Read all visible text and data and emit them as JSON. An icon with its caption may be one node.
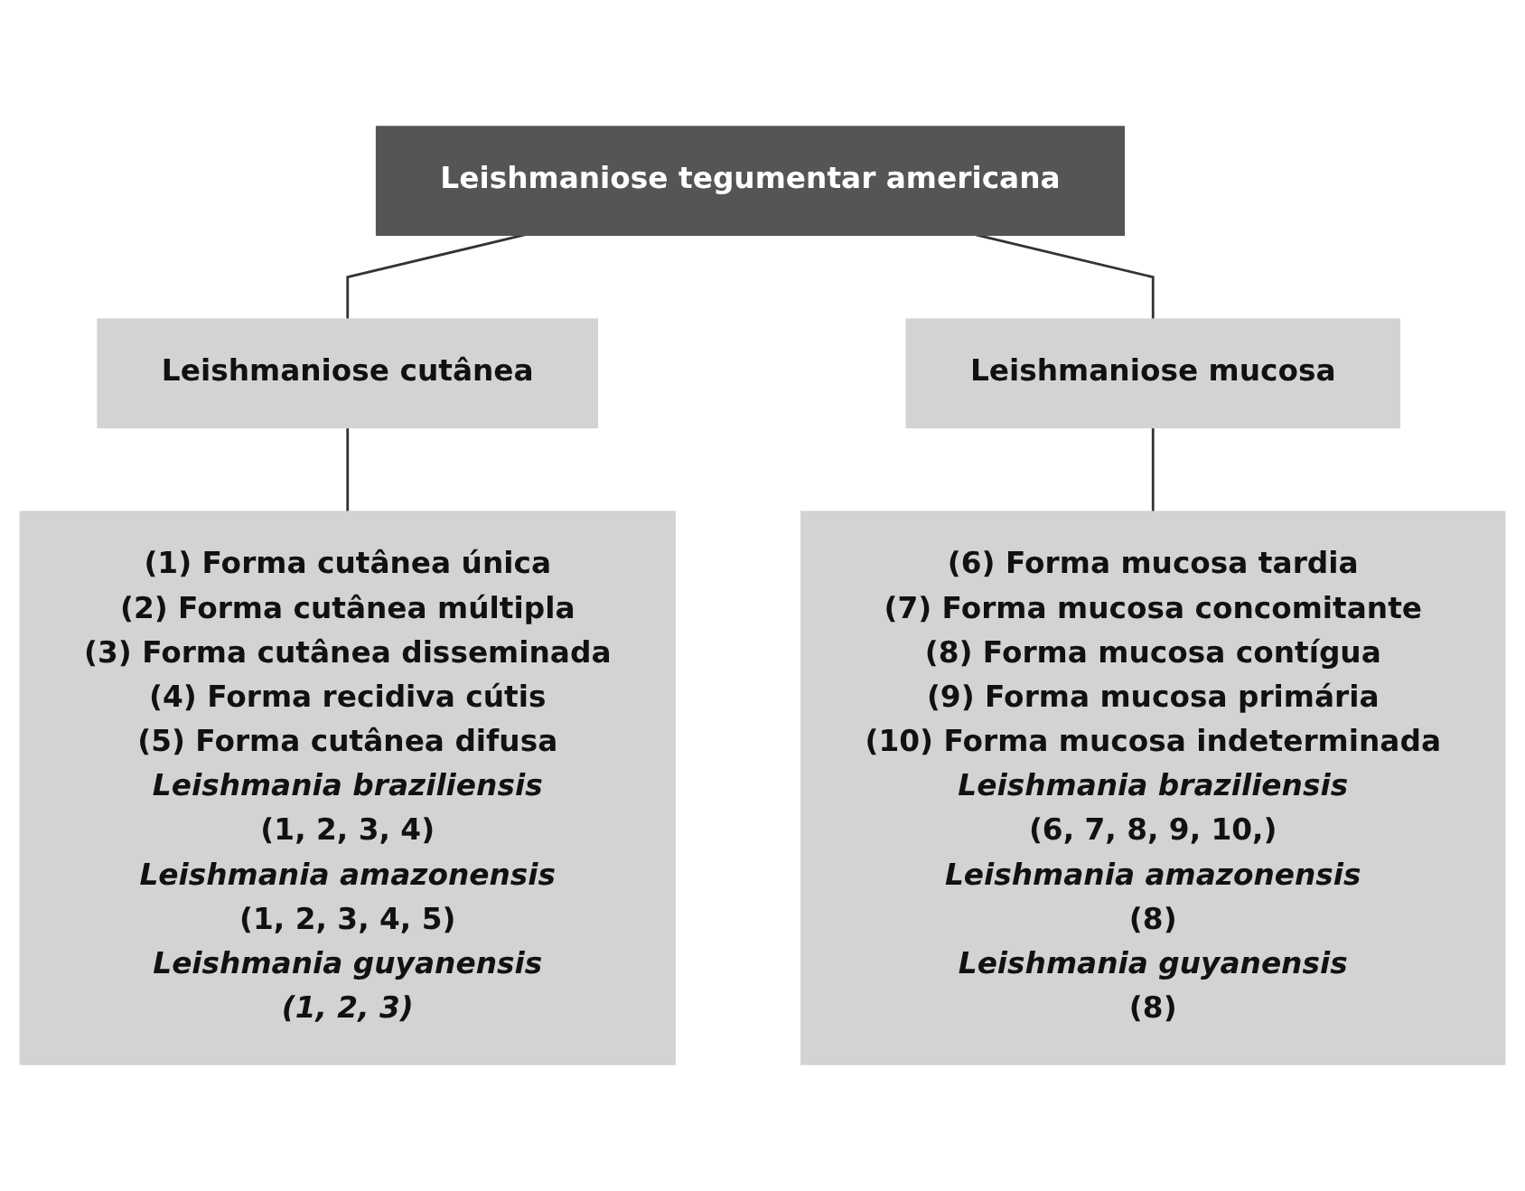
{
  "diagram": {
    "nodes": [
      {
        "text": [
          "Leishmaniose tegumentar americana"
        ]
      },
      {
        "text": [
          "Leishmaniose cutânea"
        ]
      },
      {
        "text": [
          "Leishmaniose mucosa"
        ]
      },
      {
        "text": [
          "(1) Forma cutânea única",
          "(2) Forma cutânea múltipla",
          "(3) Forma cutânea disseminada",
          "(4) Forma recidiva cútis",
          "(5) Forma cutânea difusa",
          "Leishmania braziliensis",
          "(1, 2, 3, 4)",
          "Leishmania amazonensis",
          "(1, 2, 3, 4, 5)",
          "Leishmania guyanensis",
          "(1, 2, 3)"
        ]
      },
      {
        "text": [
          "(6) Forma mucosa tardia",
          "(7) Forma mucosa concomitante",
          "(8) Forma mucosa contígua",
          "(9) Forma mucosa primária",
          "(10) Forma mucosa indeterminada",
          "Leishmania braziliensis",
          "(6, 7, 8, 9, 10,)",
          "Leishmania amazonensis",
          "(8)",
          "Leishmania guyanensis",
          "(8)"
        ]
      }
    ],
    "edges": [
      {
        "from": 0,
        "to": 1,
        "arrow": "none"
      },
      {
        "from": 0,
        "to": 2,
        "arrow": "none"
      },
      {
        "from": 1,
        "to": 3,
        "arrow": "none"
      },
      {
        "from": 2,
        "to": 4,
        "arrow": "none"
      }
    ]
  }
}
